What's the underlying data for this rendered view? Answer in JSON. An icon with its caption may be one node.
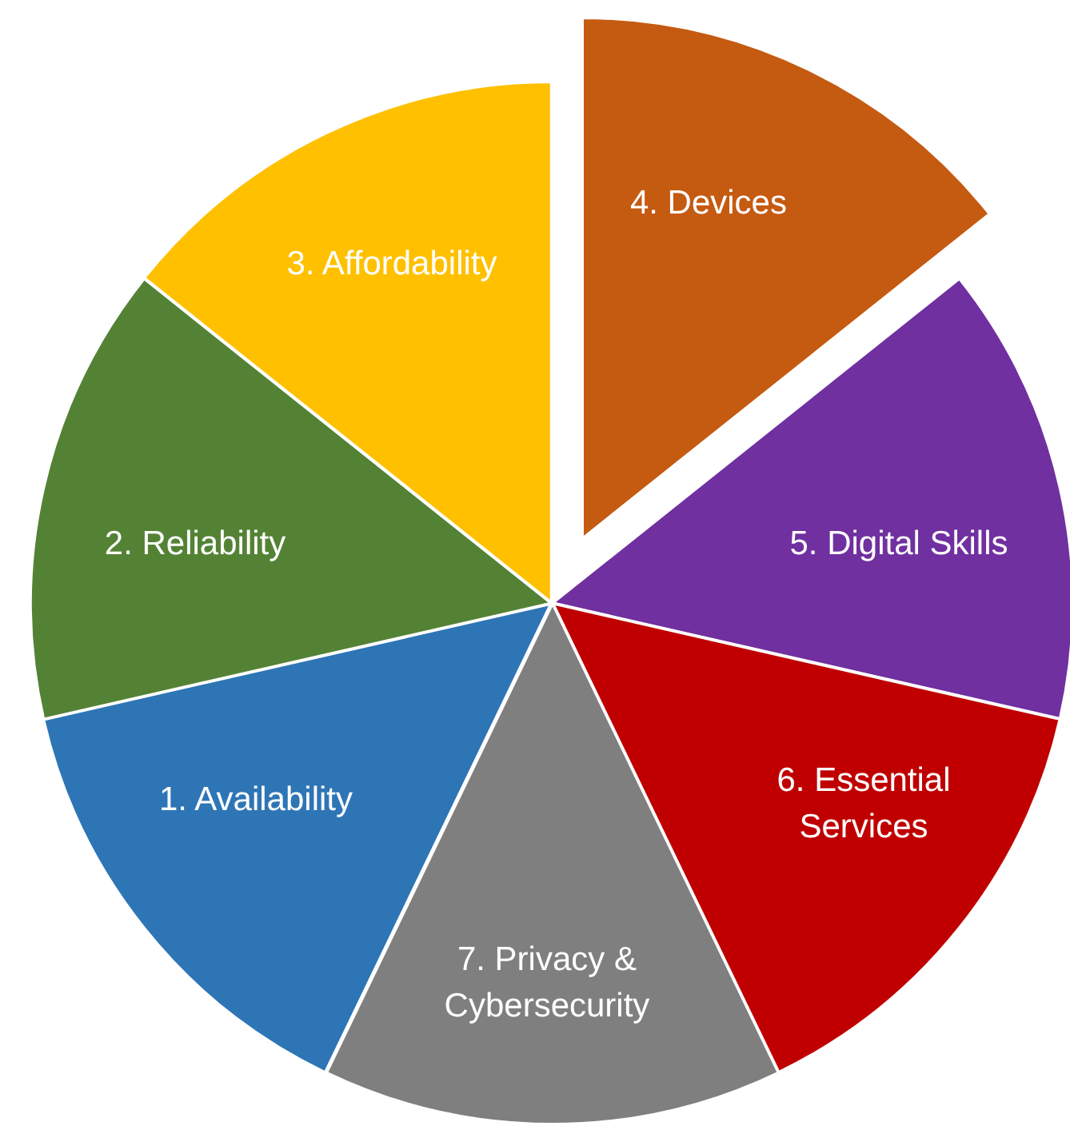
{
  "diagram": {
    "nodes": [
      {
        "text": [
          "1. Availability"
        ]
      },
      {
        "text": [
          "2. Reliability"
        ]
      },
      {
        "text": [
          "3. Affordability"
        ]
      },
      {
        "text": [
          "4. Devices"
        ]
      },
      {
        "text": [
          "5. Digital Skills"
        ]
      },
      {
        "text": [
          "6. Essential Services"
        ]
      },
      {
        "text": [
          "7. Privacy & Cybersecurity"
        ]
      }
    ]
  }
}
